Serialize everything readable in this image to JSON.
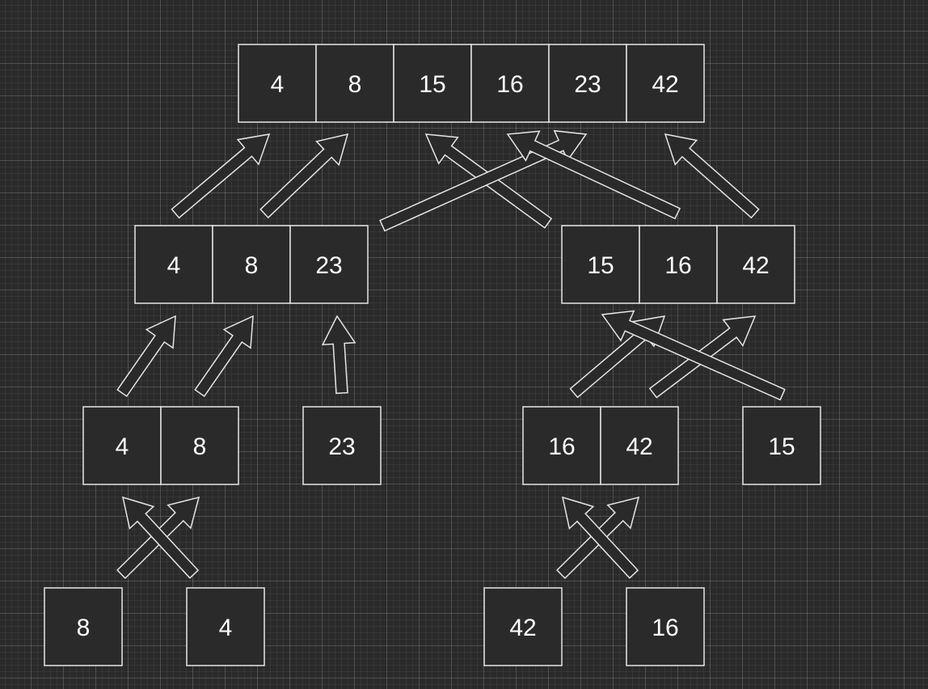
{
  "arrays": [
    {
      "id": "sorted-result",
      "values": [
        "4",
        "8",
        "15",
        "16",
        "23",
        "42"
      ]
    },
    {
      "id": "left-merged",
      "values": [
        "4",
        "8",
        "23"
      ]
    },
    {
      "id": "right-merged",
      "values": [
        "15",
        "16",
        "42"
      ]
    },
    {
      "id": "left-pair",
      "values": [
        "4",
        "8"
      ]
    },
    {
      "id": "single-23",
      "values": [
        "23"
      ]
    },
    {
      "id": "right-pair",
      "values": [
        "16",
        "42"
      ]
    },
    {
      "id": "single-15",
      "values": [
        "15"
      ]
    },
    {
      "id": "leaf-8",
      "values": [
        "8"
      ]
    },
    {
      "id": "leaf-4",
      "values": [
        "4"
      ]
    },
    {
      "id": "leaf-42",
      "values": [
        "42"
      ]
    },
    {
      "id": "leaf-16",
      "values": [
        "16"
      ]
    }
  ],
  "colors": {
    "background": "#2a2a2a",
    "stroke": "#e6e6e6",
    "text": "#ffffff"
  },
  "arrow_style": "hollow block arrow"
}
